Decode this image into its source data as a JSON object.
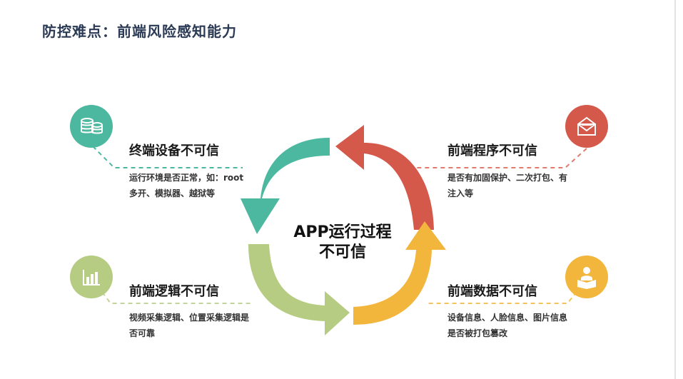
{
  "title": "防控难点：前端风险感知能力",
  "center": {
    "line1": "APP运行过程",
    "line2": "不可信"
  },
  "colors": {
    "teal": "#4cb8a0",
    "red": "#d4594a",
    "green": "#b6cc82",
    "orange": "#f2b63d"
  },
  "items": {
    "device": {
      "heading": "终端设备不可信",
      "desc_line1": "运行环境是否正常，如：root",
      "desc_line2": "多开、模拟器、越狱等",
      "icon": "coins-icon"
    },
    "program": {
      "heading": "前端程序不可信",
      "desc_line1": "是否有加固保护、二次打包、有",
      "desc_line2": "注入等",
      "icon": "envelope-icon"
    },
    "logic": {
      "heading": "前端逻辑不可信",
      "desc_line1": "视频采集逻辑、位置采集逻辑是",
      "desc_line2": "否可靠",
      "icon": "bar-chart-icon"
    },
    "data": {
      "heading": "前端数据不可信",
      "desc_line1": "设备信息、人脸信息、图片信息",
      "desc_line2": "是否被打包篡改",
      "icon": "reader-icon"
    }
  }
}
